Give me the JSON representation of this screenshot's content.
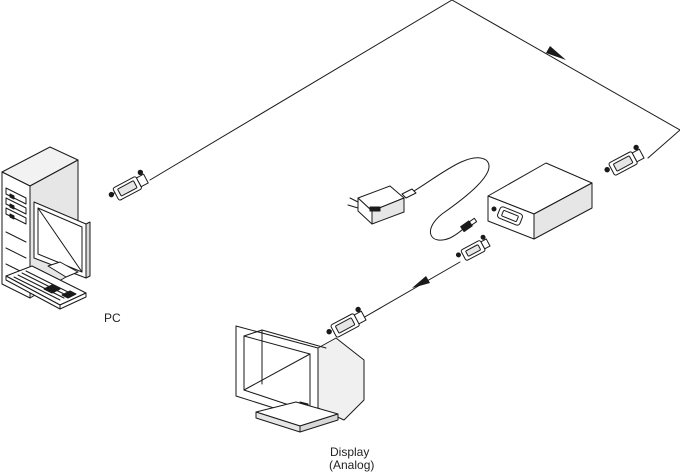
{
  "diagram": {
    "labels": {
      "pc": "PC",
      "display_line1": "Display",
      "display_line2": "(Analog)"
    }
  }
}
